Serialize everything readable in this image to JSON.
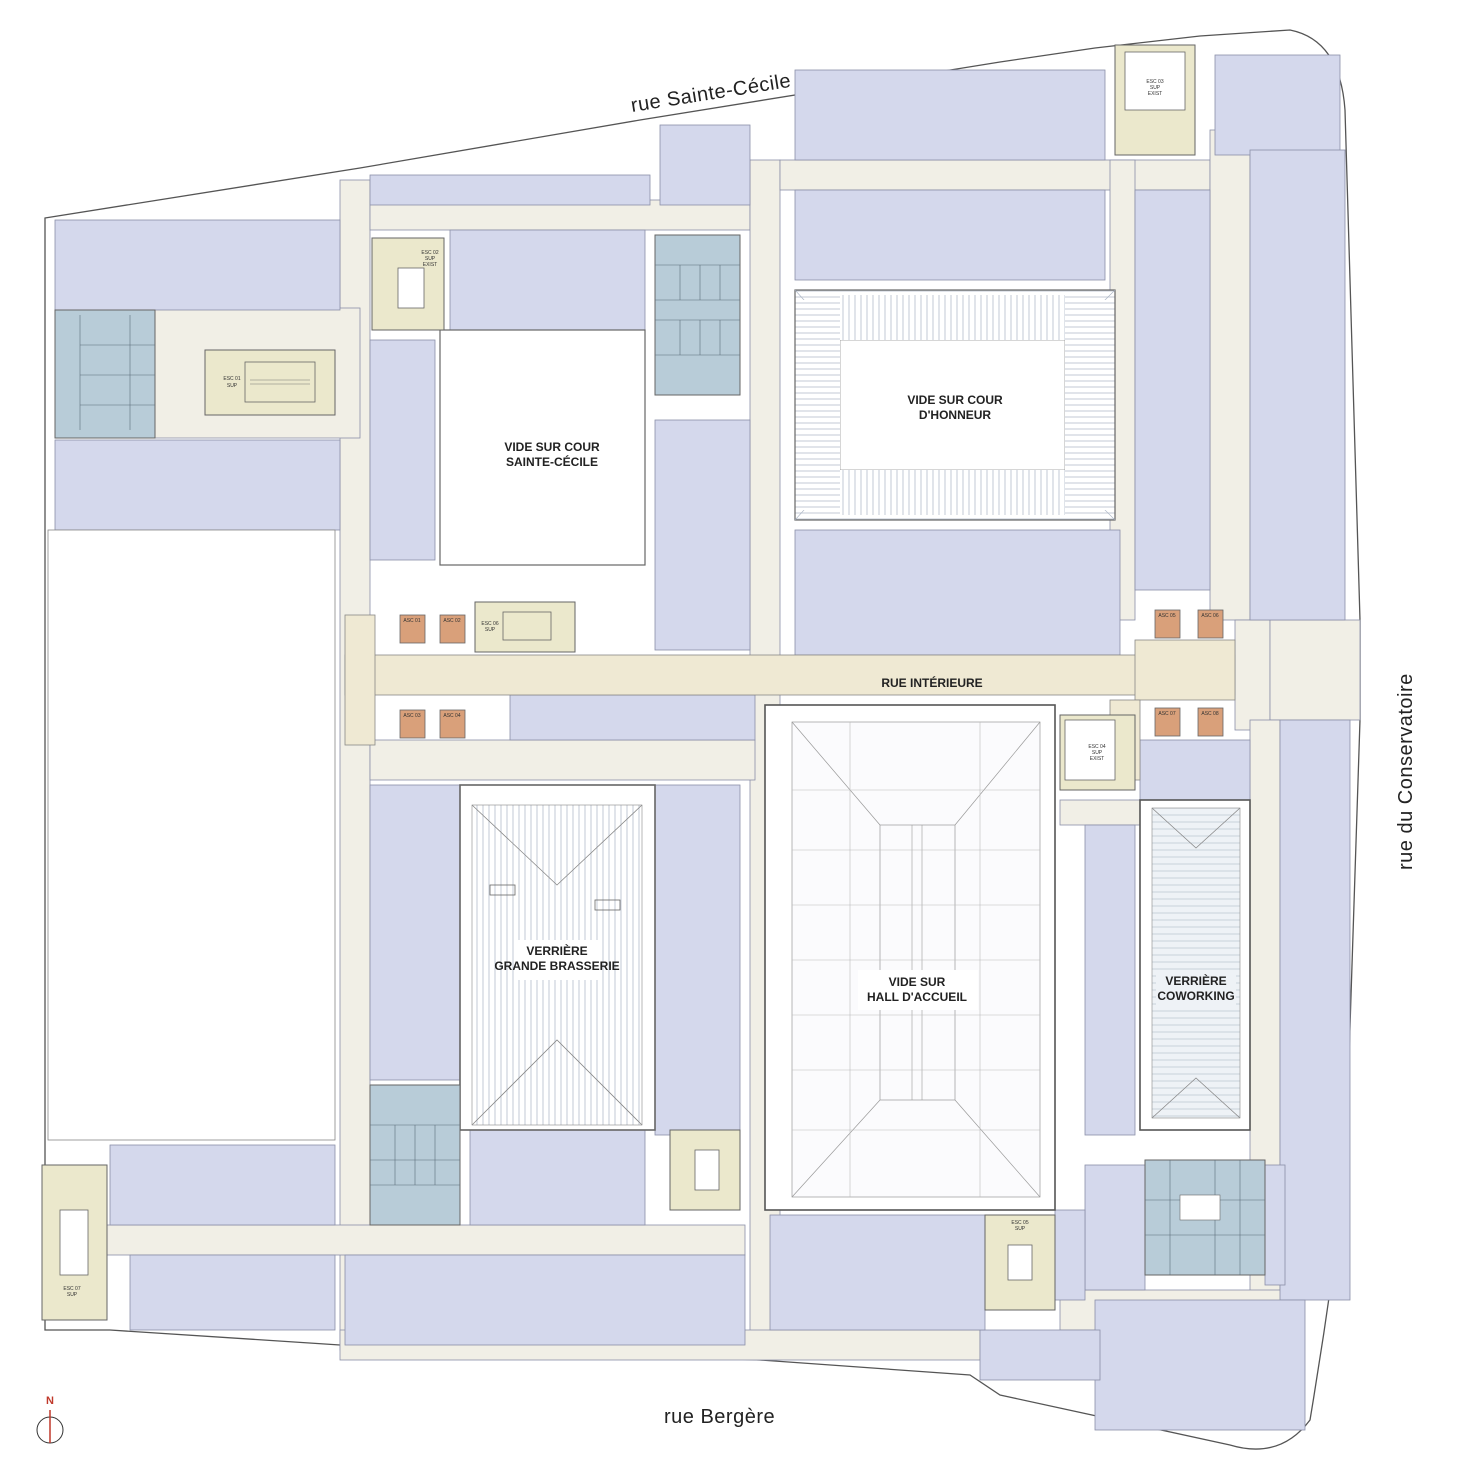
{
  "colors": {
    "office": "#d4d8ec",
    "corridor": "#f1efe6",
    "stair": "#ebe8cc",
    "toilet": "#b8ccd8",
    "lift": "#d9a07a",
    "rue": "#efe9d3",
    "void": "#ffffff",
    "north": "#c0392b"
  },
  "streets": {
    "north": "rue Sainte-Cécile",
    "east": "rue du Conservatoire",
    "south": "rue Bergère"
  },
  "spaces": {
    "cour_sainte_cecile": [
      "VIDE SUR COUR",
      "SAINTE-CÉCILE"
    ],
    "cour_honneur": [
      "VIDE SUR COUR",
      "D'HONNEUR"
    ],
    "rue_interieure": "RUE INTÉRIEURE",
    "verriere_brasserie": [
      "VERRIÈRE",
      "GRANDE BRASSERIE"
    ],
    "hall_accueil": [
      "VIDE SUR",
      "HALL D'ACCUEIL"
    ],
    "verriere_coworking": [
      "VERRIÈRE",
      "COWORKING"
    ]
  },
  "stairs": {
    "esc01": [
      "ESC 01",
      "SUP"
    ],
    "esc02": [
      "ESC 02",
      "SUP",
      "EXIST"
    ],
    "esc03": [
      "ESC 03",
      "SUP",
      "EXIST"
    ],
    "esc04": [
      "ESC 04",
      "SUP",
      "EXIST"
    ],
    "esc05": [
      "ESC 05",
      "SUP"
    ],
    "esc06": [
      "ESC 06",
      "SUP"
    ],
    "esc07": [
      "ESC 07",
      "SUP"
    ]
  },
  "lifts": {
    "asc01": "ASC 01",
    "asc02": "ASC 02",
    "asc03": "ASC 03",
    "asc04": "ASC 04",
    "asc05": "ASC 05",
    "asc06": "ASC 06",
    "asc07": "ASC 07",
    "asc08": "ASC 08"
  },
  "compass": {
    "label": "N"
  }
}
